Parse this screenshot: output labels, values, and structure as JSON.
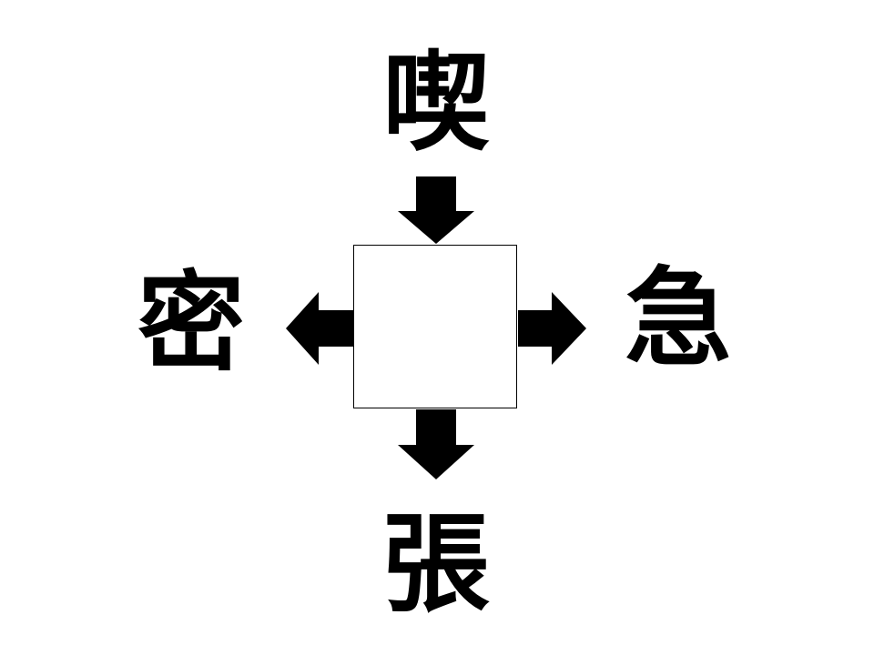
{
  "puzzle": {
    "top": "喫",
    "left": "密",
    "right": "急",
    "bottom": "張"
  },
  "colors": {
    "ink": "#000000",
    "background": "#ffffff"
  }
}
